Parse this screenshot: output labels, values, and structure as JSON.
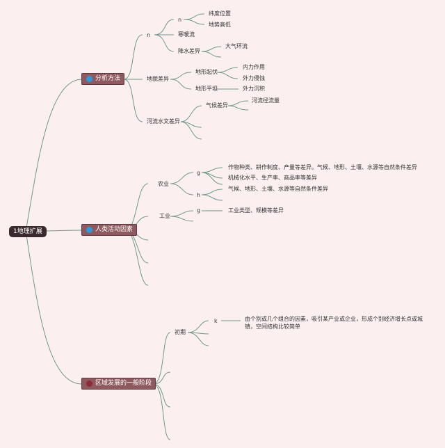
{
  "root": {
    "label": "1地理扩展"
  },
  "branches": [
    {
      "label": "分析方法",
      "dot_color": "#2f9ad8"
    },
    {
      "label": "人类活动因素",
      "dot_color": "#2f9ad8"
    },
    {
      "label": "区域发展的一般阶段",
      "dot_color": "#8c2a3a"
    }
  ],
  "b1": {
    "n_outer": "n",
    "n_inner": "n",
    "weidu": "纬度位置",
    "dishi": "地势高低",
    "hannuan": "寒暖流",
    "jiangshui": "降水差异",
    "daqi": "大气环流",
    "dimao": "地貌差异",
    "qifu": "地形起伏",
    "neili": "内力作用",
    "waili_qs": "外力侵蚀",
    "pingtan": "地形平坦",
    "waili_cj": "外力沉积",
    "heliu": "河流水文差异",
    "qihou": "气候差异",
    "jingliu": "河流径流量"
  },
  "b2": {
    "nongye": "农业",
    "g1": "g",
    "zuowu": "作物种类、耕作制度、产量等差异。气候、地形、土壤、水源等自然条件差异",
    "jixie": "机械化水平、生产率、商品率等差异",
    "h": "h",
    "qihou_cond": "气候、地形、土壤、水源等自然条件差异",
    "gongye": "工业",
    "g2": "g",
    "leixing": "工业类型、规模等差异"
  },
  "b3": {
    "chuqi": "初期",
    "k": "k",
    "desc": "由个别或几个组合的因素，吸引某产业或企业，形成个别经济增长点或城镇，空间结构比较简单"
  },
  "colors": {
    "line": "#6f9a86",
    "node_bg": "#8e5a5f",
    "root_bg": "#3a2a2d",
    "background": "#fbeff0"
  }
}
